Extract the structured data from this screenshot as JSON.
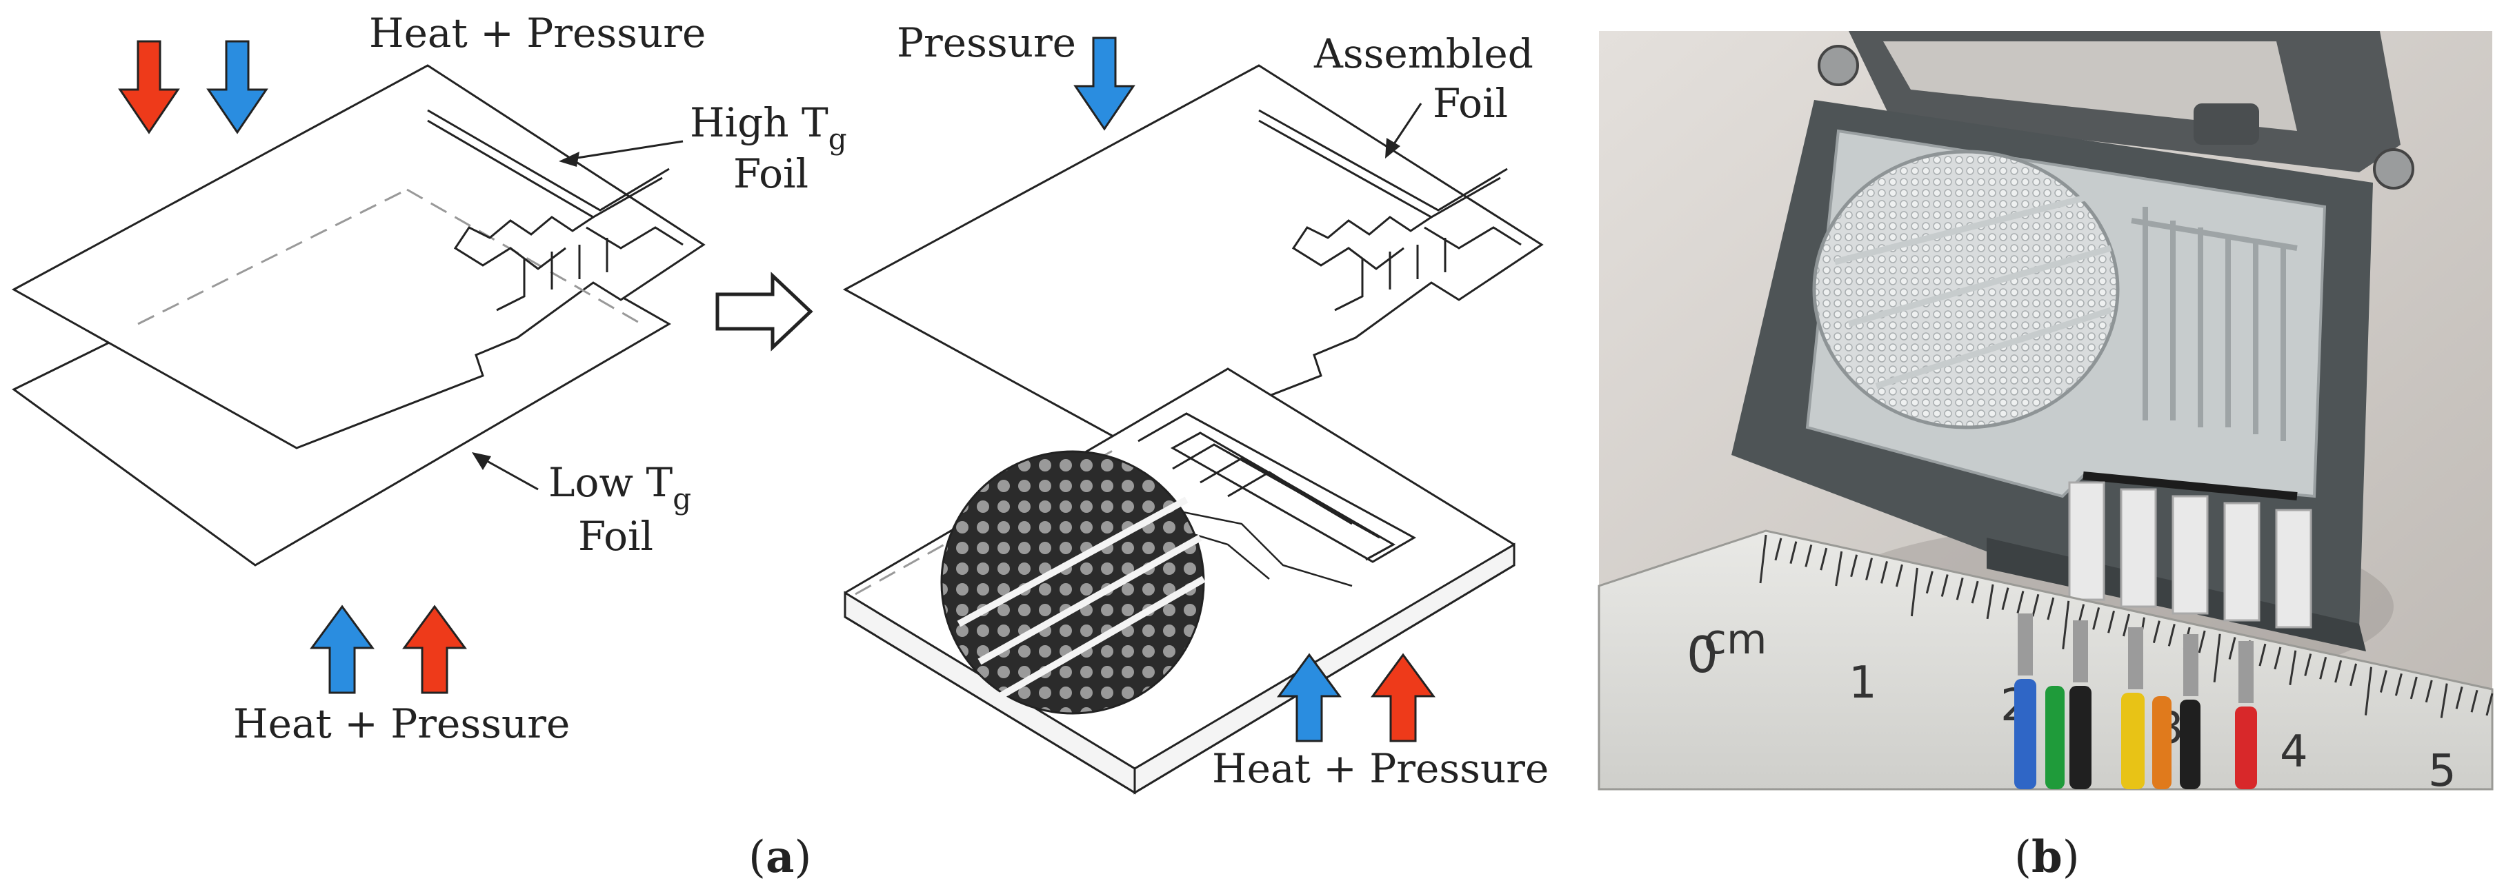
{
  "panel_a": {
    "top_label": "Heat + Pressure",
    "high_tg": {
      "prefix": "High T",
      "sub": "g",
      "line2": "Foil"
    },
    "low_tg": {
      "prefix": "Low T",
      "sub": "g",
      "line2": "Foil"
    },
    "bottom_label": "Heat + Pressure",
    "right_top_label": "Pressure",
    "assembled": {
      "line1": "Assembled",
      "line2": "Foil"
    },
    "right_bottom_label": "Heat + Pressure",
    "colors": {
      "red_arrow": "#ee3a1a",
      "blue_arrow": "#2a8de0"
    }
  },
  "panel_b": {
    "ruler_unit": "cm",
    "ruler_numbers": [
      "0",
      "1",
      "2",
      "3",
      "4",
      "5"
    ]
  },
  "captions": {
    "a": {
      "open": "(",
      "letter": "a",
      "close": ")"
    },
    "b": {
      "open": "(",
      "letter": "b",
      "close": ")"
    }
  }
}
